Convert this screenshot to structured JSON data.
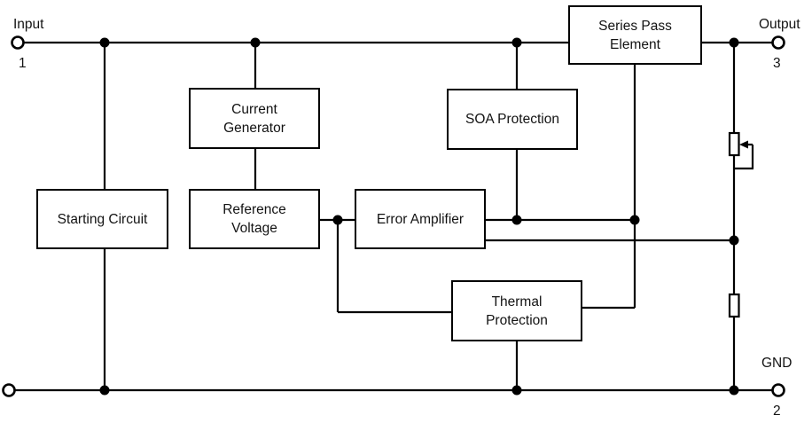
{
  "terminals": {
    "input": {
      "label": "Input",
      "pin": "1"
    },
    "output": {
      "label": "Output",
      "pin": "3"
    },
    "gnd": {
      "label": "GND",
      "pin": "2"
    }
  },
  "blocks": {
    "series_pass": [
      "Series Pass",
      "Element"
    ],
    "current_generator": [
      "Current",
      "Generator"
    ],
    "soa_protection": "SOA Protection",
    "starting_circuit": "Starting Circuit",
    "reference_voltage": [
      "Reference",
      "Voltage"
    ],
    "error_amplifier": "Error Amplifier",
    "thermal_protection": [
      "Thermal",
      "Protection"
    ]
  },
  "colors": {
    "wire": "#000000",
    "text": "#131313",
    "background": "#ffffff"
  }
}
